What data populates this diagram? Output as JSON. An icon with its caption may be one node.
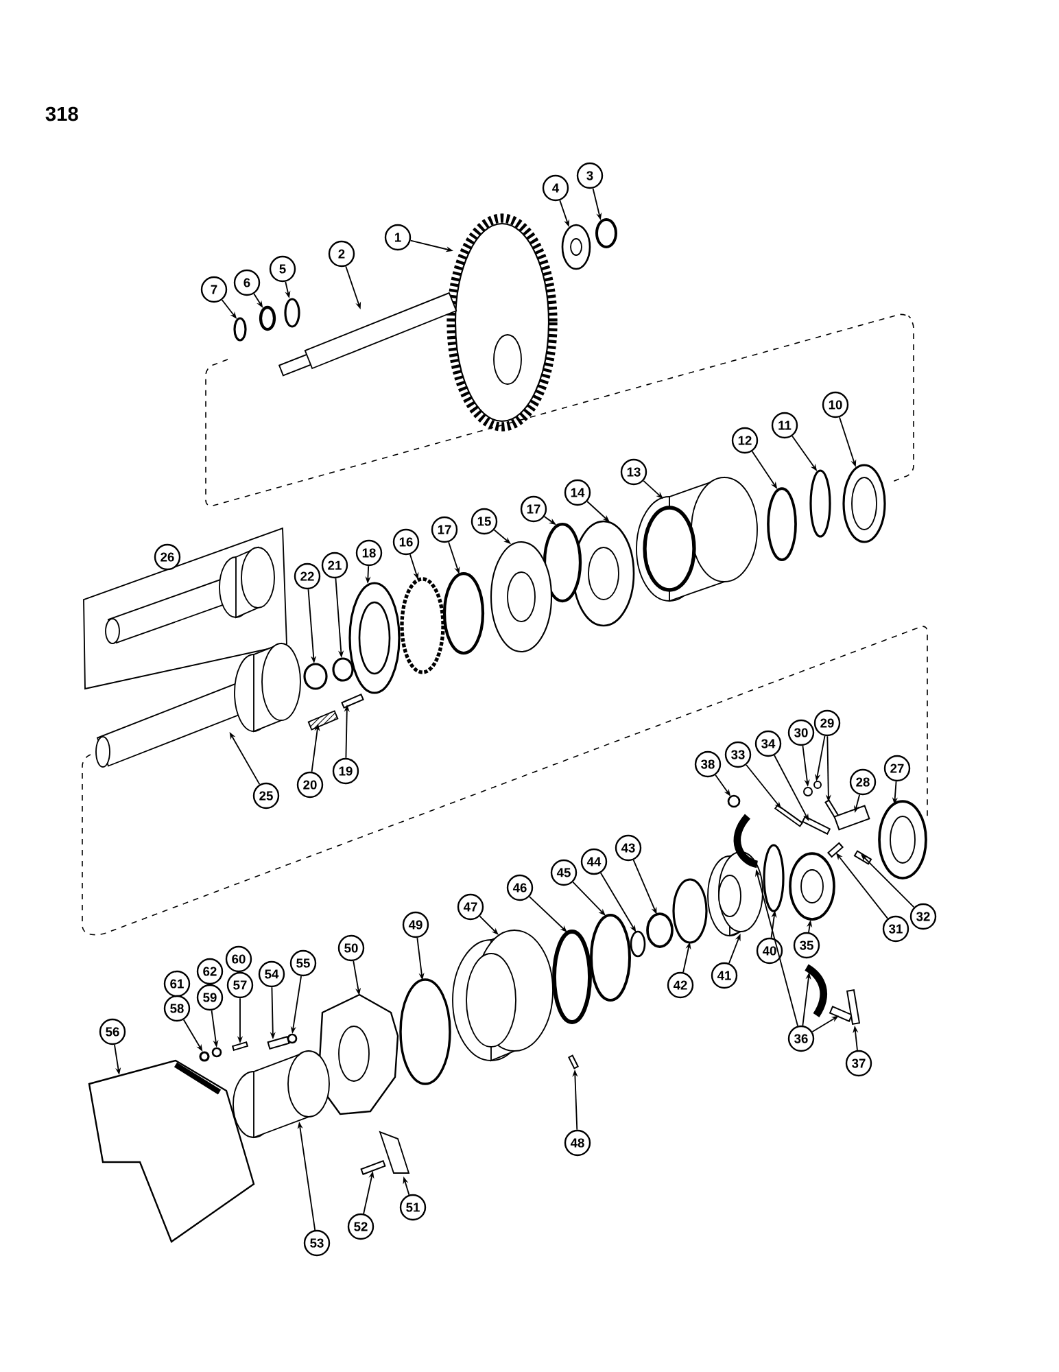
{
  "diagram": {
    "nodes": [
      {
        "text": [
          "1"
        ]
      },
      {
        "text": [
          "2"
        ]
      },
      {
        "text": [
          "3"
        ]
      },
      {
        "text": [
          "4"
        ]
      },
      {
        "text": [
          "5"
        ]
      },
      {
        "text": [
          "6"
        ]
      },
      {
        "text": [
          "7"
        ]
      },
      {
        "text": [
          "10"
        ]
      },
      {
        "text": [
          "11"
        ]
      },
      {
        "text": [
          "12"
        ]
      },
      {
        "text": [
          "13"
        ]
      },
      {
        "text": [
          "14"
        ]
      },
      {
        "text": [
          "17"
        ]
      },
      {
        "text": [
          "15"
        ]
      },
      {
        "text": [
          "17"
        ]
      },
      {
        "text": [
          "16"
        ]
      },
      {
        "text": [
          "18"
        ]
      },
      {
        "text": [
          "21"
        ]
      },
      {
        "text": [
          "22"
        ]
      },
      {
        "text": [
          "26"
        ]
      },
      {
        "text": [
          "25"
        ]
      },
      {
        "text": [
          "20"
        ]
      },
      {
        "text": [
          "19"
        ]
      },
      {
        "text": [
          "38"
        ]
      },
      {
        "text": [
          "33"
        ]
      },
      {
        "text": [
          "34"
        ]
      },
      {
        "text": [
          "30"
        ]
      },
      {
        "text": [
          "29"
        ]
      },
      {
        "text": [
          "28"
        ]
      },
      {
        "text": [
          "27"
        ]
      },
      {
        "text": [
          "31"
        ]
      },
      {
        "text": [
          "32"
        ]
      },
      {
        "text": [
          "35"
        ]
      },
      {
        "text": [
          "43"
        ]
      },
      {
        "text": [
          "44"
        ]
      },
      {
        "text": [
          "45"
        ]
      },
      {
        "text": [
          "46"
        ]
      },
      {
        "text": [
          "47"
        ]
      },
      {
        "text": [
          "49"
        ]
      },
      {
        "text": [
          "50"
        ]
      },
      {
        "text": [
          "42"
        ]
      },
      {
        "text": [
          "41"
        ]
      },
      {
        "text": [
          "40"
        ]
      },
      {
        "text": [
          "36"
        ]
      },
      {
        "text": [
          "37"
        ]
      },
      {
        "text": [
          "55"
        ]
      },
      {
        "text": [
          "54"
        ]
      },
      {
        "text": [
          "60"
        ]
      },
      {
        "text": [
          "57"
        ]
      },
      {
        "text": [
          "62"
        ]
      },
      {
        "text": [
          "59"
        ]
      },
      {
        "text": [
          "61"
        ]
      },
      {
        "text": [
          "58"
        ]
      },
      {
        "text": [
          "56"
        ]
      },
      {
        "text": [
          "48"
        ]
      },
      {
        "text": [
          "53"
        ]
      },
      {
        "text": [
          "52"
        ]
      },
      {
        "text": [
          "51"
        ]
      },
      {
        "text": [],
        "shape": "picture"
      },
      {
        "text": [],
        "shape": "picture"
      },
      {
        "text": [],
        "shape": "circle"
      },
      {
        "text": [],
        "shape": "picture"
      },
      {
        "text": [],
        "shape": "circle"
      },
      {
        "text": [],
        "shape": "circle"
      },
      {
        "text": [],
        "shape": "circle"
      },
      {
        "text": [],
        "shape": "picture"
      },
      {
        "text": [],
        "shape": "circle"
      },
      {
        "text": [],
        "shape": "circle"
      },
      {
        "text": [],
        "shape": "picture"
      },
      {
        "text": [],
        "shape": "picture"
      },
      {
        "text": [],
        "shape": "circle"
      },
      {
        "text": [],
        "shape": "picture"
      },
      {
        "text": [],
        "shape": "circle"
      },
      {
        "text": [],
        "shape": "circle"
      },
      {
        "text": [],
        "shape": "picture"
      },
      {
        "text": [],
        "shape": "circle"
      },
      {
        "text": [],
        "shape": "circle"
      },
      {
        "text": [],
        "shape": "picture"
      },
      {
        "text": [],
        "shape": "picture"
      },
      {
        "text": [],
        "shape": "box"
      },
      {
        "text": [],
        "shape": "circle"
      },
      {
        "text": [],
        "shape": "box"
      },
      {
        "text": [],
        "shape": "box"
      },
      {
        "text": [],
        "shape": "circle"
      },
      {
        "text": [],
        "shape": "circle"
      },
      {
        "text": [],
        "shape": "box"
      },
      {
        "text": [],
        "shape": "box"
      },
      {
        "text": [],
        "shape": "picture"
      },
      {
        "text": [],
        "shape": "box"
      },
      {
        "text": [],
        "shape": "box"
      },
      {
        "text": [],
        "shape": "picture"
      },
      {
        "text": [],
        "shape": "circle"
      },
      {
        "text": [],
        "shape": "circle"
      },
      {
        "text": [],
        "shape": "circle"
      },
      {
        "text": [],
        "shape": "circle"
      },
      {
        "text": [],
        "shape": "picture"
      },
      {
        "text": [],
        "shape": "circle"
      },
      {
        "text": [],
        "shape": "picture"
      },
      {
        "text": [],
        "shape": "circle"
      },
      {
        "text": [],
        "shape": "picture"
      },
      {
        "text": [],
        "shape": "circle"
      },
      {
        "text": [],
        "shape": "picture"
      },
      {
        "text": [],
        "shape": "picture"
      },
      {
        "text": [],
        "shape": "box"
      },
      {
        "text": [],
        "shape": "box"
      },
      {
        "text": [],
        "shape": "circle"
      },
      {
        "text": [],
        "shape": "box"
      },
      {
        "text": [],
        "shape": "box"
      },
      {
        "text": [],
        "shape": "circle"
      },
      {
        "text": [],
        "shape": "circle"
      },
      {
        "text": [],
        "shape": "picture"
      },
      {
        "text": [],
        "shape": "box"
      },
      {
        "text": [],
        "shape": "picture"
      },
      {
        "text": [],
        "shape": "box"
      },
      {
        "text": [],
        "shape": "picture"
      },
      {
        "text": [],
        "shape": "picture"
      }
    ],
    "edges": [
      {
        "from": 0,
        "to": 58,
        "arrow": "to"
      },
      {
        "from": 1,
        "to": 59,
        "arrow": "to"
      },
      {
        "from": 2,
        "to": 60,
        "arrow": "to"
      },
      {
        "from": 3,
        "to": 61,
        "arrow": "to"
      },
      {
        "from": 4,
        "to": 62,
        "arrow": "to"
      },
      {
        "from": 5,
        "to": 63,
        "arrow": "to"
      },
      {
        "from": 6,
        "to": 64,
        "arrow": "to"
      },
      {
        "from": 7,
        "to": 65,
        "arrow": "to"
      },
      {
        "from": 8,
        "to": 66,
        "arrow": "to"
      },
      {
        "from": 9,
        "to": 67,
        "arrow": "to"
      },
      {
        "from": 10,
        "to": 68,
        "arrow": "to"
      },
      {
        "from": 11,
        "to": 69,
        "arrow": "to"
      },
      {
        "from": 12,
        "to": 70,
        "arrow": "to"
      },
      {
        "from": 13,
        "to": 71,
        "arrow": "to"
      },
      {
        "from": 14,
        "to": 72,
        "arrow": "to"
      },
      {
        "from": 15,
        "to": 73,
        "arrow": "to"
      },
      {
        "from": 16,
        "to": 74,
        "arrow": "to"
      },
      {
        "from": 17,
        "to": 75,
        "arrow": "to"
      },
      {
        "from": 18,
        "to": 76,
        "arrow": "to"
      },
      {
        "from": 20,
        "to": 77,
        "arrow": "to"
      },
      {
        "from": 21,
        "to": 78,
        "arrow": "to"
      },
      {
        "from": 22,
        "to": 79,
        "arrow": "to"
      },
      {
        "from": 23,
        "to": 80,
        "arrow": "to"
      },
      {
        "from": 24,
        "to": 81,
        "arrow": "to"
      },
      {
        "from": 25,
        "to": 82,
        "arrow": "to"
      },
      {
        "from": 26,
        "to": 83,
        "arrow": "to"
      },
      {
        "from": 27,
        "to": 84,
        "arrow": "to"
      },
      {
        "from": 27,
        "to": 85,
        "arrow": "to"
      },
      {
        "from": 28,
        "to": 86,
        "arrow": "to"
      },
      {
        "from": 29,
        "to": 87,
        "arrow": "to"
      },
      {
        "from": 30,
        "to": 88,
        "arrow": "to"
      },
      {
        "from": 31,
        "to": 89,
        "arrow": "to"
      },
      {
        "from": 32,
        "to": 90,
        "arrow": "to"
      },
      {
        "from": 33,
        "to": 91,
        "arrow": "to"
      },
      {
        "from": 34,
        "to": 92,
        "arrow": "to"
      },
      {
        "from": 35,
        "to": 93,
        "arrow": "to"
      },
      {
        "from": 36,
        "to": 94,
        "arrow": "to"
      },
      {
        "from": 37,
        "to": 95,
        "arrow": "to"
      },
      {
        "from": 38,
        "to": 96,
        "arrow": "to"
      },
      {
        "from": 39,
        "to": 97,
        "arrow": "to"
      },
      {
        "from": 40,
        "to": 98,
        "arrow": "to"
      },
      {
        "from": 41,
        "to": 99,
        "arrow": "to"
      },
      {
        "from": 42,
        "to": 100,
        "arrow": "to"
      },
      {
        "from": 43,
        "to": 101,
        "arrow": "to"
      },
      {
        "from": 43,
        "to": 102,
        "arrow": "to"
      },
      {
        "from": 43,
        "to": 103,
        "arrow": "to"
      },
      {
        "from": 44,
        "to": 104,
        "arrow": "to"
      },
      {
        "from": 45,
        "to": 105,
        "arrow": "to"
      },
      {
        "from": 46,
        "to": 106,
        "arrow": "to"
      },
      {
        "from": 48,
        "to": 107,
        "arrow": "to"
      },
      {
        "from": 50,
        "to": 108,
        "arrow": "to"
      },
      {
        "from": 52,
        "to": 109,
        "arrow": "to"
      },
      {
        "from": 53,
        "to": 110,
        "arrow": "to"
      },
      {
        "from": 54,
        "to": 111,
        "arrow": "to"
      },
      {
        "from": 55,
        "to": 112,
        "arrow": "to"
      },
      {
        "from": 56,
        "to": 113,
        "arrow": "to"
      },
      {
        "from": 57,
        "to": 114,
        "arrow": "to"
      }
    ],
    "labels": [
      "318"
    ]
  }
}
